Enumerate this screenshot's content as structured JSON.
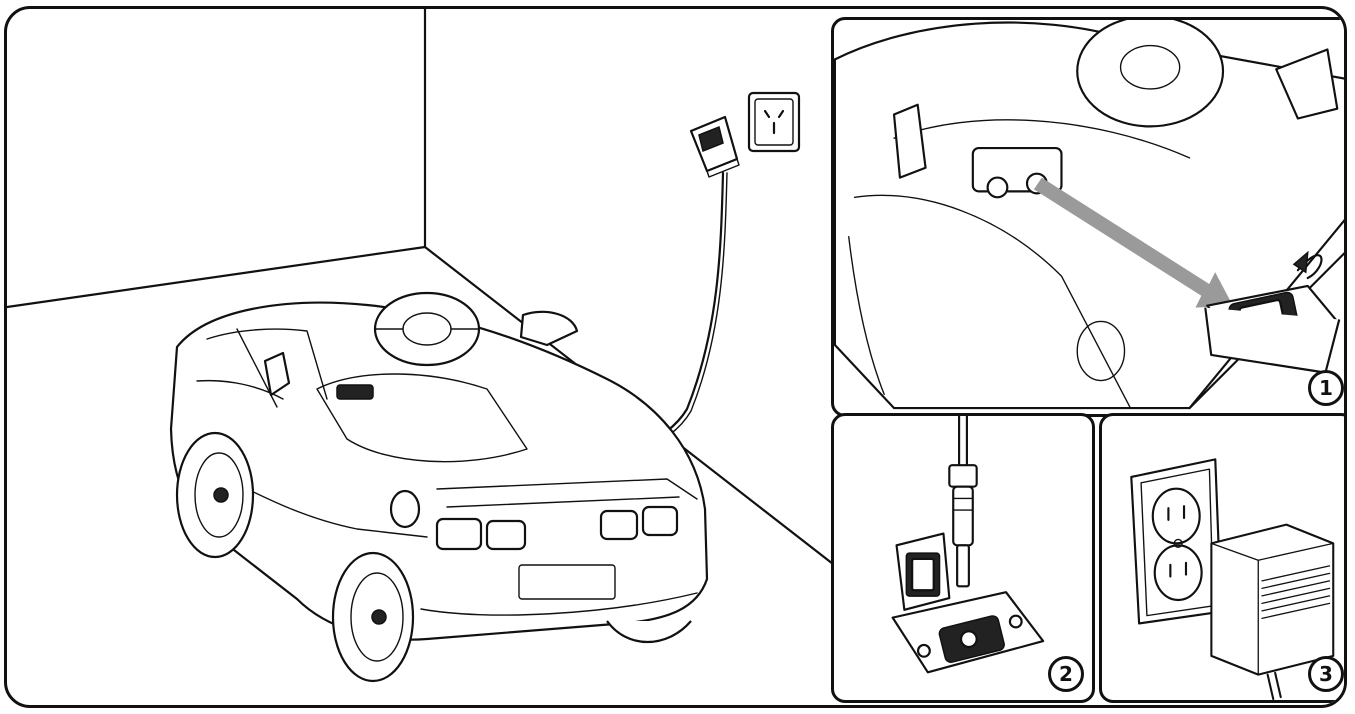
{
  "steps": [
    {
      "number": "1"
    },
    {
      "number": "2"
    },
    {
      "number": "3"
    }
  ],
  "colors": {
    "line": "#111111",
    "background": "#ffffff",
    "arrow": "#9a9a9a"
  },
  "icons": {
    "scene": "ride-on-car-charging-icon",
    "wall_socket": "wall-socket-icon",
    "charger": "charger-adapter-icon",
    "charging_port": "charging-port-icon",
    "plug": "dc-plug-icon",
    "outlet": "us-wall-outlet-icon",
    "transformer": "plug-in-transformer-icon"
  }
}
